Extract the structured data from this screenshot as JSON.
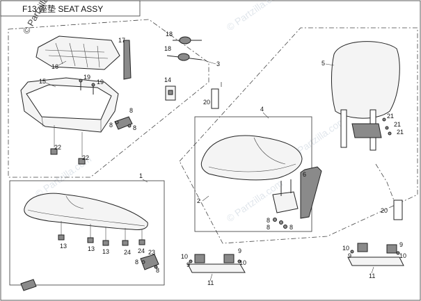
{
  "header": {
    "title": "F13 座垫 SEAT ASSY"
  },
  "watermark": {
    "text": "© Partzilla.com"
  },
  "callouts": {
    "c1": "1",
    "c2": "2",
    "c3": "3",
    "c4": "4",
    "c5": "5",
    "c6": "6",
    "c8": "8",
    "c9": "9",
    "c10": "10",
    "c11": "11",
    "c13": "13",
    "c14": "14",
    "c15": "15",
    "c16": "16",
    "c17": "17",
    "c18": "18",
    "c19": "19",
    "c20": "20",
    "c21": "21",
    "c22": "22",
    "c23": "23",
    "c24": "24"
  }
}
